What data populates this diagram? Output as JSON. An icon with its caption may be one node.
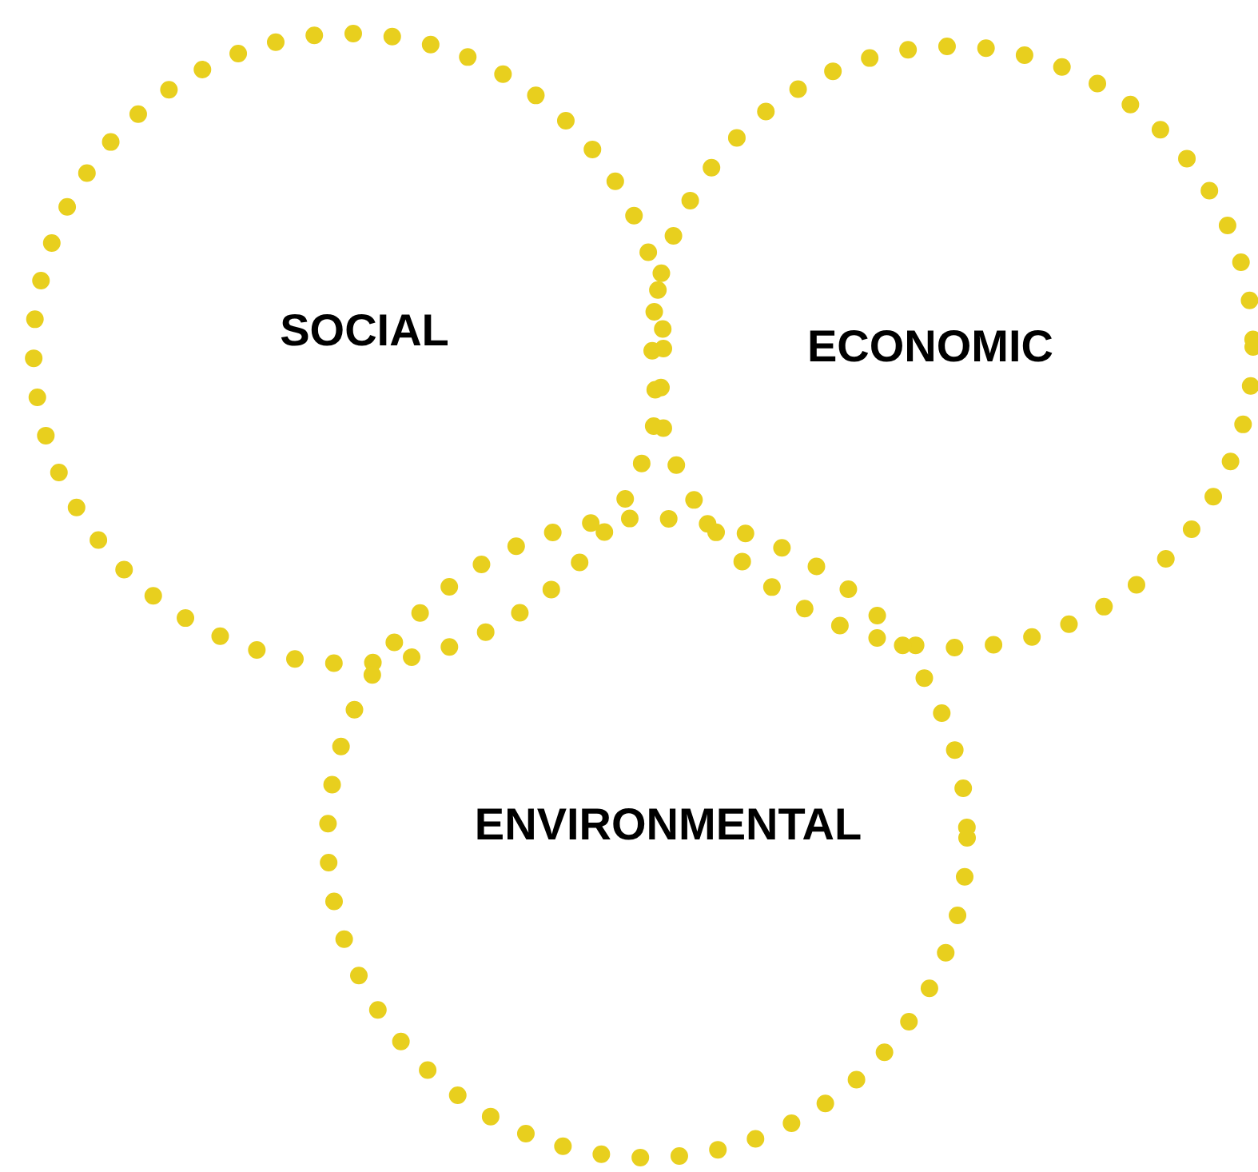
{
  "diagram": {
    "nodes": [
      {
        "text": [
          "SOCIAL"
        ]
      },
      {
        "text": [
          "ECONOMIC"
        ]
      },
      {
        "text": [
          "ENVIRONMENTAL"
        ]
      }
    ]
  }
}
